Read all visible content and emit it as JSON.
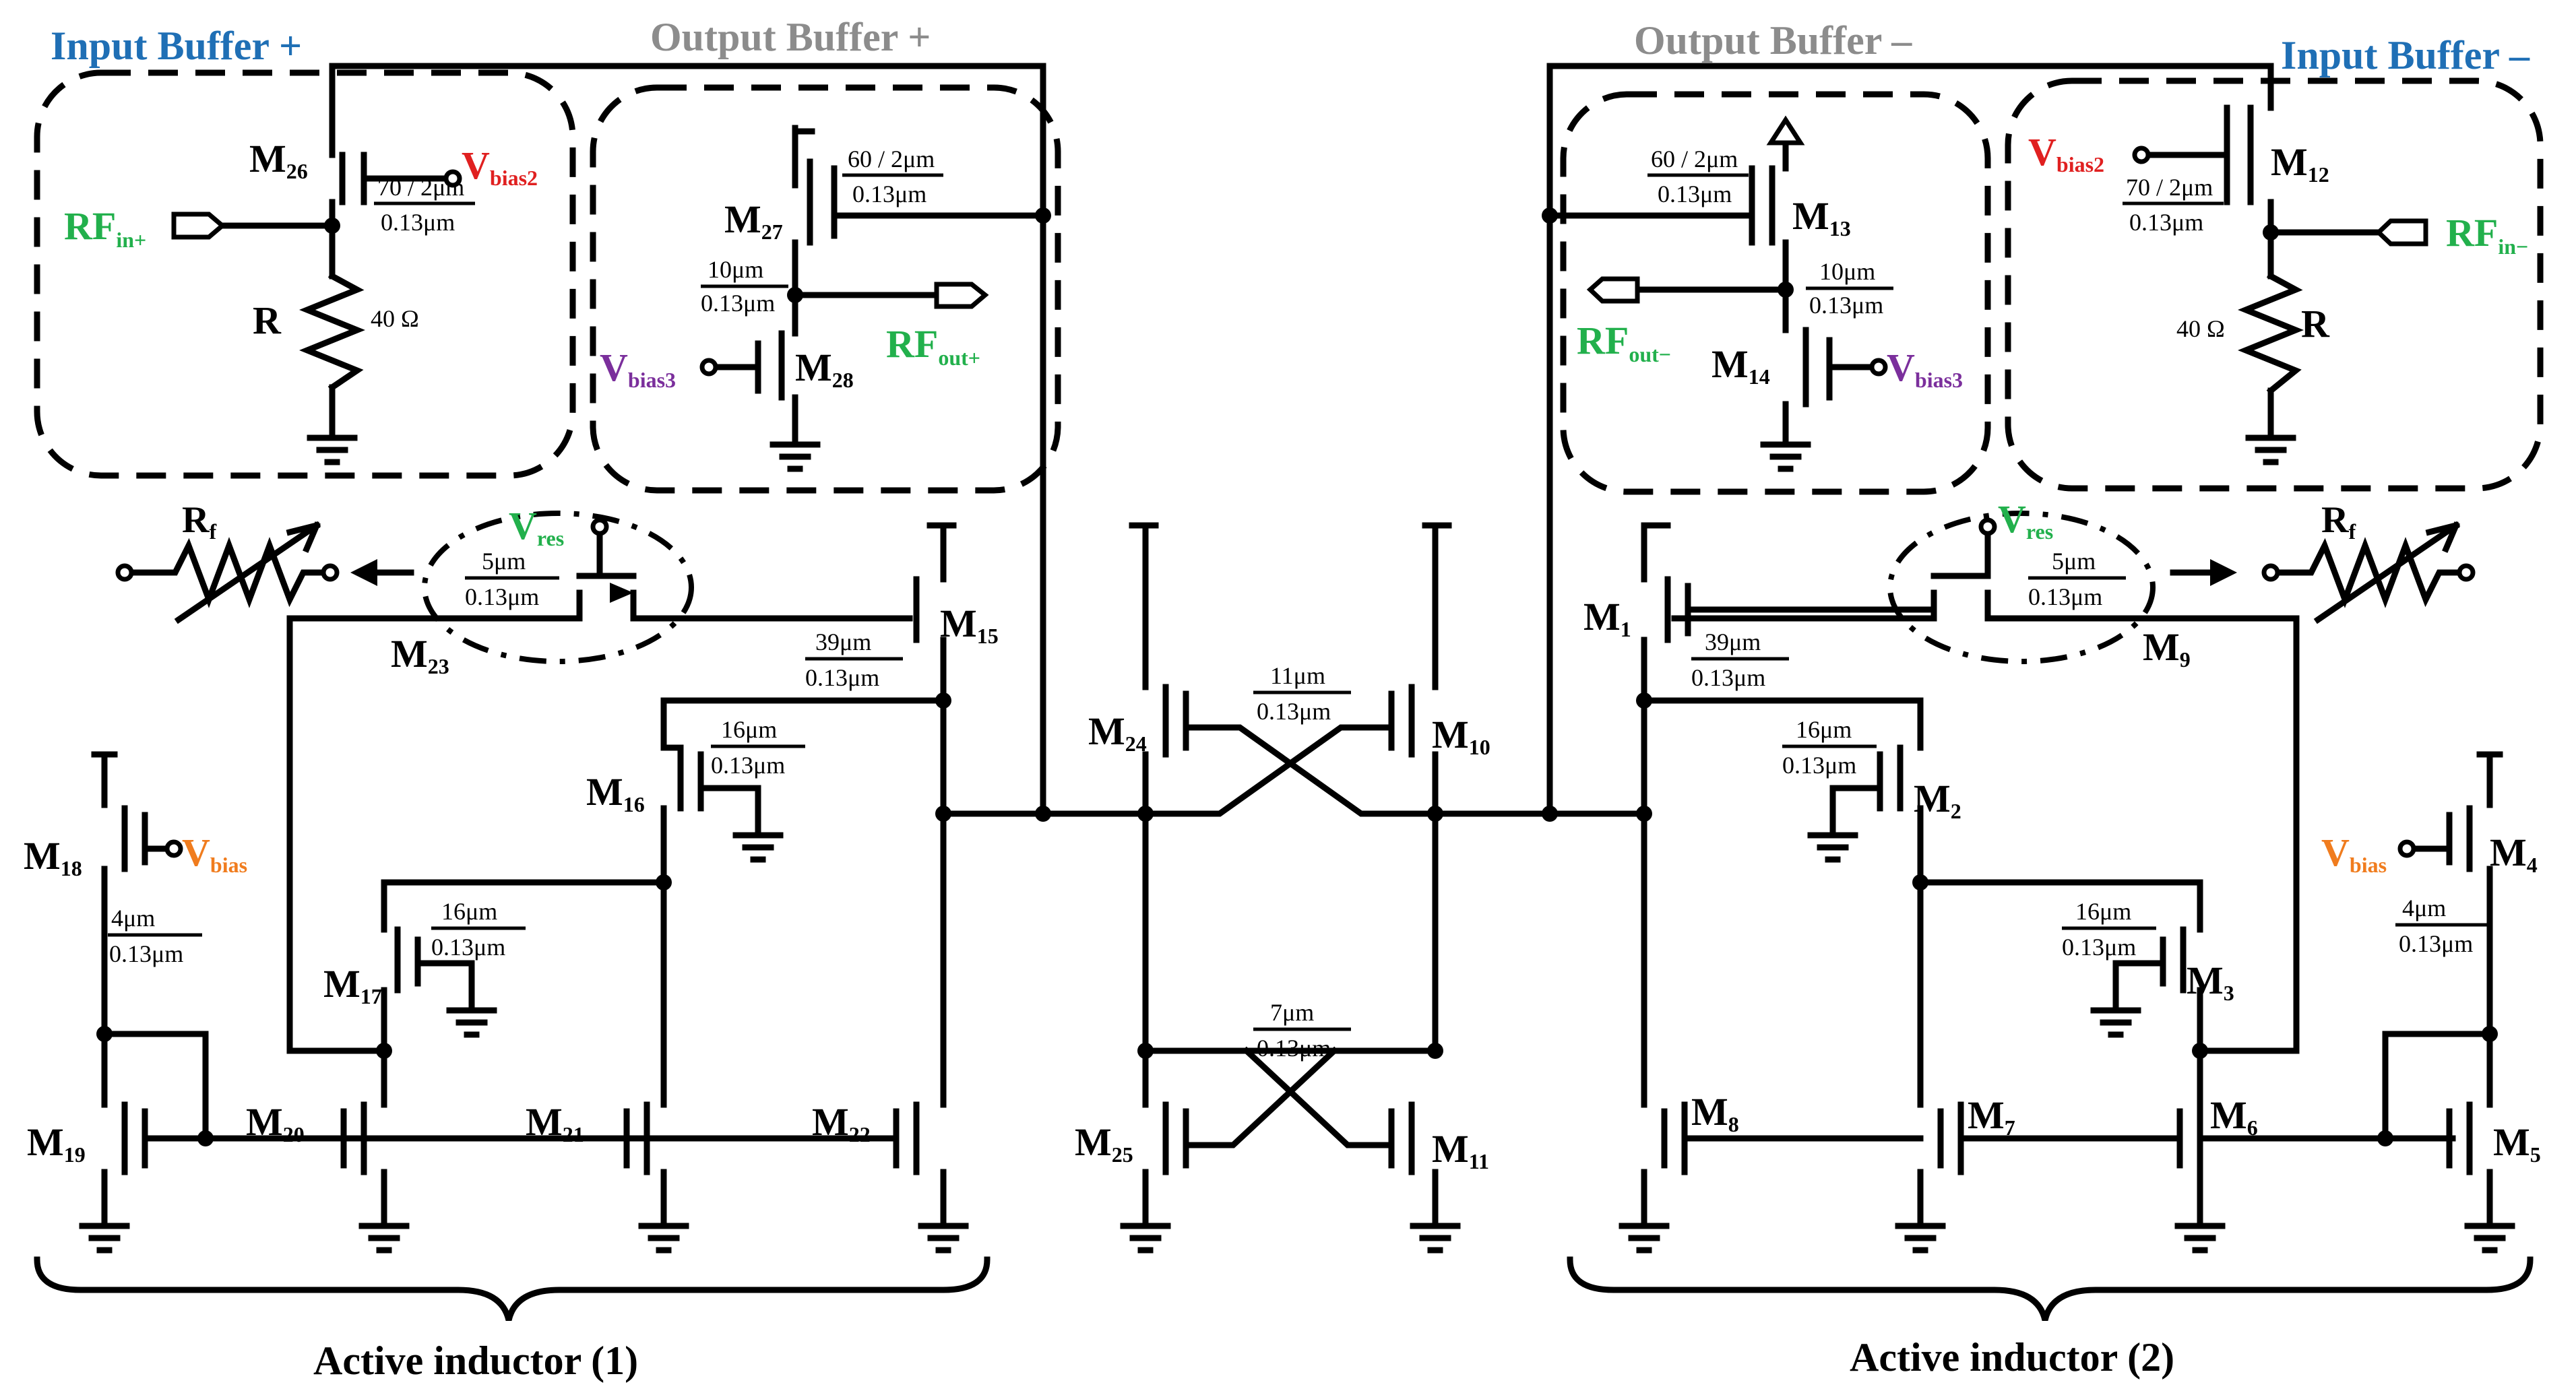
{
  "colors": {
    "blue": "#1f6fb5",
    "gray": "#8c8c8c",
    "red": "#e02020",
    "green": "#22b04c",
    "purple": "#7b2f9c",
    "orange": "#f07c1e"
  },
  "blocks": {
    "input_buffer_plus": "Input Buffer +",
    "output_buffer_plus": "Output Buffer +",
    "output_buffer_minus": "Output Buffer –",
    "input_buffer_minus": "Input Buffer –",
    "active_inductor_1": "Active inductor (1)",
    "active_inductor_2": "Active inductor (2)"
  },
  "transistors": {
    "m1": {
      "main": "M",
      "sub": "1"
    },
    "m2": {
      "main": "M",
      "sub": "2"
    },
    "m3": {
      "main": "M",
      "sub": "3"
    },
    "m4": {
      "main": "M",
      "sub": "4"
    },
    "m5": {
      "main": "M",
      "sub": "5"
    },
    "m6": {
      "main": "M",
      "sub": "6"
    },
    "m7": {
      "main": "M",
      "sub": "7"
    },
    "m8": {
      "main": "M",
      "sub": "8"
    },
    "m9": {
      "main": "M",
      "sub": "9"
    },
    "m10": {
      "main": "M",
      "sub": "10"
    },
    "m11": {
      "main": "M",
      "sub": "11"
    },
    "m12": {
      "main": "M",
      "sub": "12"
    },
    "m13": {
      "main": "M",
      "sub": "13"
    },
    "m14": {
      "main": "M",
      "sub": "14"
    },
    "m15": {
      "main": "M",
      "sub": "15"
    },
    "m16": {
      "main": "M",
      "sub": "16"
    },
    "m17": {
      "main": "M",
      "sub": "17"
    },
    "m18": {
      "main": "M",
      "sub": "18"
    },
    "m19": {
      "main": "M",
      "sub": "19"
    },
    "m20": {
      "main": "M",
      "sub": "20"
    },
    "m21": {
      "main": "M",
      "sub": "21"
    },
    "m22": {
      "main": "M",
      "sub": "22"
    },
    "m23": {
      "main": "M",
      "sub": "23"
    },
    "m24": {
      "main": "M",
      "sub": "24"
    },
    "m25": {
      "main": "M",
      "sub": "25"
    },
    "m26": {
      "main": "M",
      "sub": "26"
    },
    "m27": {
      "main": "M",
      "sub": "27"
    },
    "m28": {
      "main": "M",
      "sub": "28"
    }
  },
  "signals": {
    "rf_in_plus": {
      "main": "RF",
      "sub": "in+"
    },
    "rf_in_minus": {
      "main": "RF",
      "sub": "in−"
    },
    "rf_out_plus": {
      "main": "RF",
      "sub": "out+"
    },
    "rf_out_minus": {
      "main": "RF",
      "sub": "out−"
    },
    "vbias2": {
      "main": "V",
      "sub": "bias2"
    },
    "vbias3": {
      "main": "V",
      "sub": "bias3"
    },
    "vbias": {
      "main": "V",
      "sub": "bias"
    },
    "vres": {
      "main": "V",
      "sub": "res"
    },
    "rf": {
      "main": "R",
      "sub": "f"
    },
    "r": "R"
  },
  "dimensions": {
    "w70": "70 / 2μm",
    "w60": "60 / 2μm",
    "w10": "10μm",
    "w5": "5μm",
    "w39": "39μm",
    "w16": "16μm",
    "w4": "4μm",
    "w11": "11μm",
    "w7": "7μm",
    "l013": "0.13μm",
    "r40": "40 Ω"
  }
}
